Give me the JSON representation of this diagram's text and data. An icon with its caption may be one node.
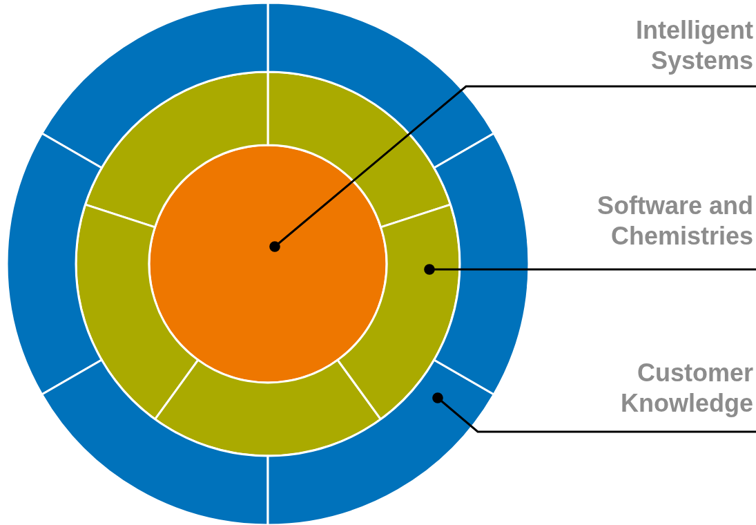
{
  "diagram": {
    "nodes": [
      {
        "text": [
          "Intelligent Systems"
        ]
      },
      {
        "text": [
          "Software and Chemistries"
        ]
      },
      {
        "text": [
          "Customer Knowledge"
        ]
      },
      {
        "text": [],
        "shape": "circle"
      },
      {
        "text": [],
        "shape": "segment"
      },
      {
        "text": [],
        "shape": "segment"
      },
      {
        "text": [],
        "shape": "segment"
      },
      {
        "text": [],
        "shape": "segment"
      },
      {
        "text": [],
        "shape": "segment"
      },
      {
        "text": [],
        "shape": "segment"
      },
      {
        "text": [],
        "shape": "segment"
      },
      {
        "text": [],
        "shape": "segment"
      },
      {
        "text": [],
        "shape": "segment"
      },
      {
        "text": [],
        "shape": "segment"
      },
      {
        "text": [],
        "shape": "segment"
      }
    ],
    "edges": [
      {
        "from": 0,
        "to": 3,
        "arrow": "other"
      },
      {
        "from": 1,
        "to": 8,
        "arrow": "other"
      },
      {
        "from": 2,
        "to": 13,
        "arrow": "other"
      }
    ]
  }
}
